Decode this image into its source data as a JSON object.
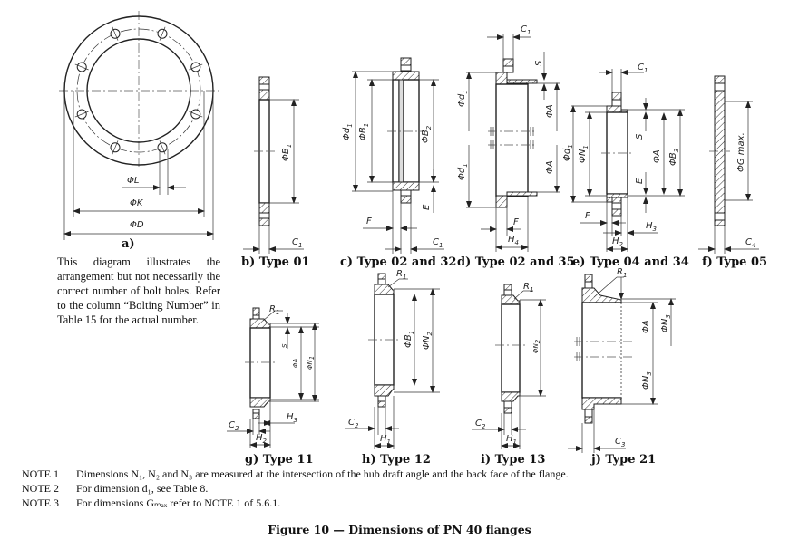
{
  "figure": {
    "title": "Figure 10 — Dimensions of PN 40 flanges"
  },
  "subfigures": {
    "a": {
      "caption": "a)",
      "labels": {
        "L": "ΦL",
        "K": "ΦK",
        "D": "ΦD"
      },
      "bolt_hole_count": 8
    },
    "b": {
      "caption": "b) Type 01",
      "labels": {
        "B1": "ΦB",
        "B1_sub": "1",
        "C1": "C",
        "C1_sub": "1"
      }
    },
    "c": {
      "caption": "c) Type 02 and 32",
      "labels": {
        "d1": "Φd",
        "d1_sub": "1",
        "B1": "ΦB",
        "B1_sub": "1",
        "B2": "ΦB",
        "B2_sub": "2",
        "E": "E",
        "F": "F",
        "C1": "C",
        "C1_sub": "1"
      }
    },
    "d": {
      "caption": "d) Type 02 and 35",
      "labels": {
        "C1": "C",
        "C1_sub": "1",
        "S": "S",
        "d1": "Φd",
        "d1_sub": "1",
        "A": "ΦA",
        "F": "F",
        "H4": "H",
        "H4_sub": "4"
      }
    },
    "e": {
      "caption": "e) Type 04 and 34",
      "labels": {
        "C1": "C",
        "C1_sub": "1",
        "d1": "Φd",
        "d1_sub": "1",
        "N1": "ΦN",
        "N1_sub": "1",
        "S": "S",
        "E": "E",
        "A": "ΦA",
        "B3": "ΦB",
        "B3_sub": "3",
        "F": "F",
        "H3": "H",
        "H3_sub": "3",
        "H2": "H",
        "H2_sub": "2"
      }
    },
    "f": {
      "caption": "f) Type 05",
      "labels": {
        "G": "ΦG max.",
        "C4": "C",
        "C4_sub": "4"
      }
    },
    "g": {
      "caption": "g) Type 11",
      "labels": {
        "R1": "R",
        "R1_sub": "1",
        "S": "S",
        "A": "ΦA",
        "N1": "ΦN",
        "N1_sub": "1",
        "H3": "H",
        "H3_sub": "3",
        "C2": "C",
        "C2_sub": "2",
        "H2": "H",
        "H2_sub": "2"
      }
    },
    "h": {
      "caption": "h) Type 12",
      "labels": {
        "R1": "R",
        "R1_sub": "1",
        "B1": "ΦB",
        "B1_sub": "1",
        "N2": "ΦN",
        "N2_sub": "2",
        "C2": "C",
        "C2_sub": "2",
        "H1": "H",
        "H1_sub": "1"
      }
    },
    "i": {
      "caption": "i) Type 13",
      "labels": {
        "R1": "R",
        "R1_sub": "1",
        "N2": "ΦN",
        "N2_sub": "2",
        "C2": "C",
        "C2_sub": "2",
        "H1": "H",
        "H1_sub": "1"
      }
    },
    "j": {
      "caption": "j) Type 21",
      "labels": {
        "R1": "R",
        "R1_sub": "1",
        "A": "ΦA",
        "N3": "ΦN",
        "N3_sub": "3",
        "C3": "C",
        "C3_sub": "3"
      }
    }
  },
  "bolt_note": "This diagram illustrates the arrangement but not necessarily the correct number of bolt holes. Refer to the column “Bolting Number” in Table 15 for the actual number.",
  "notes": [
    {
      "label": "NOTE 1",
      "text": "Dimensions N₁, N₂ and N₃ are measured at the intersection of the hub draft angle and the back face of the flange."
    },
    {
      "label": "NOTE 2",
      "text": "For dimension d₁, see Table 8."
    },
    {
      "label": "NOTE 3",
      "text": "For dimensions Gₘₐₓ refer to NOTE 1 of 5.6.1."
    }
  ],
  "colors": {
    "line": "#222222",
    "background": "#ffffff"
  }
}
